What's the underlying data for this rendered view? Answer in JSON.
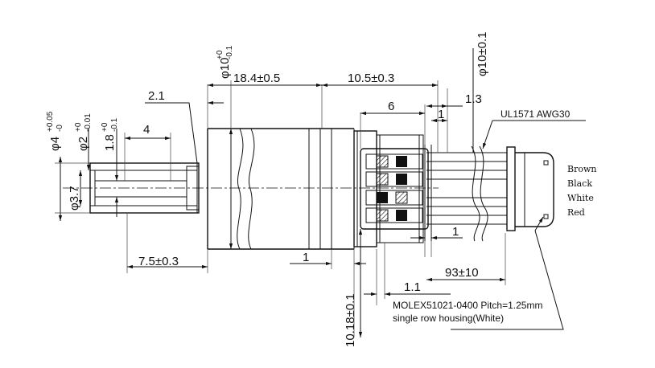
{
  "dimensions": {
    "d4": "φ4",
    "d4_tol_upper": "+0.05",
    "d4_tol_lower": "-0",
    "d2": "φ2",
    "d2_tol_upper": "+0",
    "d2_tol_lower": "-0.01",
    "d18": "1.8",
    "d18_tol_upper": "+0",
    "d18_tol_lower": "-0.1",
    "d10_left": "φ10",
    "d10_left_tol_upper": "+0",
    "d10_left_tol_lower": "-0.1",
    "d10_right": "φ10±0.1",
    "d37": "φ3.7",
    "len_21": "2.1",
    "len_4": "4",
    "len_184": "18.4±0.5",
    "len_105": "10.5±0.3",
    "len_6": "6",
    "len_13": "1.3",
    "len_1_top": "1",
    "len_75": "7.5±0.3",
    "len_1_bottom": "1",
    "len_1_right": "1",
    "len_93": "93±10",
    "len_11": "1.1",
    "len_1018": "10.18±0.1"
  },
  "cable_label": "UL1571  AWG30",
  "wires": [
    "Brown",
    "Black",
    "White",
    "Red"
  ],
  "connector_note": {
    "line1": "MOLEX51021-0400 Pitch=1.25mm",
    "line2": "single row housing(White)"
  }
}
